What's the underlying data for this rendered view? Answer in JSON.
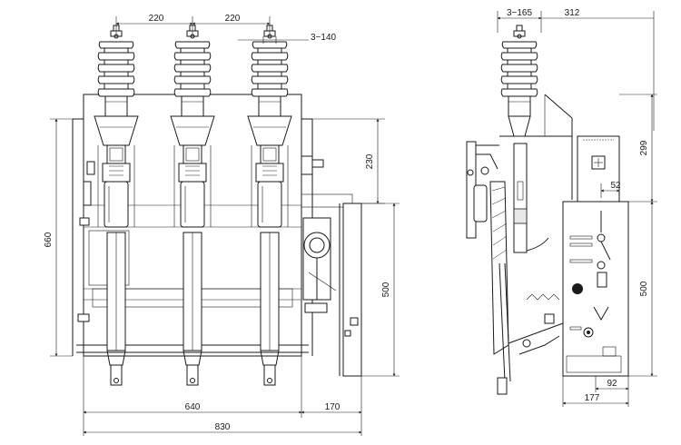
{
  "front_view": {
    "dim_pole_spacing_1": "220",
    "dim_pole_spacing_2": "220",
    "dim_insulator": "3−140",
    "dim_height_left": "660",
    "dim_upper": "230",
    "dim_panel_height": "500",
    "dim_frame_width": "640",
    "dim_panel_offset": "170",
    "dim_overall_width": "830"
  },
  "side_view": {
    "dim_insulator": "3−165",
    "dim_top": "312",
    "dim_top_height": "299",
    "dim_mech_offset": "52",
    "dim_panel_height": "500",
    "dim_panel_inner": "92",
    "dim_panel_width": "177"
  }
}
